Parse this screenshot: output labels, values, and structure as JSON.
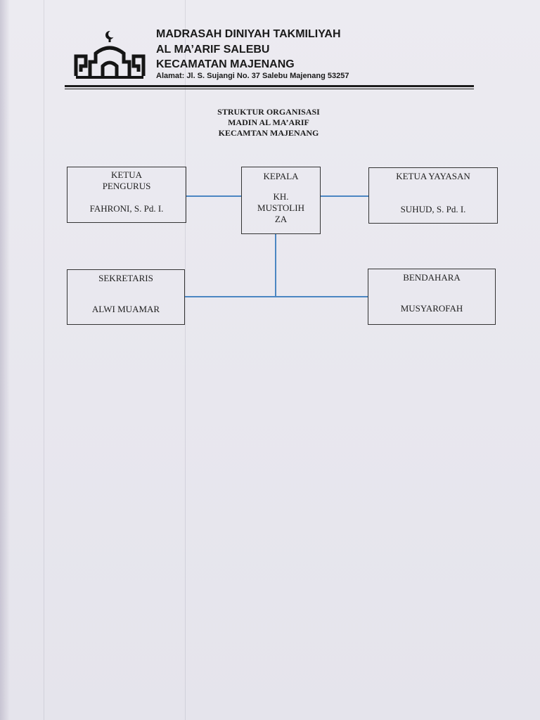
{
  "letterhead": {
    "name": "MADRASAH DINIYAH TAKMILIYAH",
    "branch": "AL MA’ARIF SALEBU",
    "district": "KECAMATAN MAJENANG",
    "address": "Alamat: Jl. S. Sujangi No. 37 Salebu  Majenang 53257",
    "logo_icon": "mosque-crescent-icon"
  },
  "title": {
    "line1": "STRUKTUR ORGANISASI",
    "line2": "MADIN AL MA’ARIF",
    "line3": "KECAMTAN MAJENANG"
  },
  "org": {
    "ketua_pengurus": {
      "role_line1": "KETUA",
      "role_line2": "PENGURUS",
      "name": "FAHRONI, S. Pd. I."
    },
    "kepala": {
      "role": "KEPALA",
      "name_line1": "KH.",
      "name_line2": "MUSTOLIH",
      "name_line3": "ZA"
    },
    "ketua_yayasan": {
      "role": "KETUA YAYASAN",
      "name": "SUHUD, S. Pd. I."
    },
    "sekretaris": {
      "role": "SEKRETARIS",
      "name": "ALWI MUAMAR"
    },
    "bendahara": {
      "role": "BENDAHARA",
      "name": "MUSYAROFAH"
    }
  },
  "colors": {
    "connector": "#4b86c2",
    "ink": "#1a1a1a",
    "paper": "#e9e8ef"
  }
}
